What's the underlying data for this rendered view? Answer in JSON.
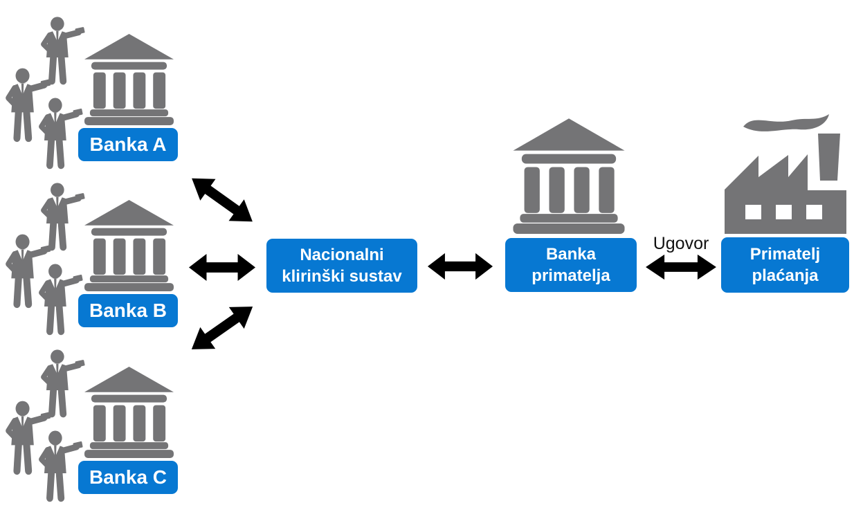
{
  "diagram": {
    "background_color": "#ffffff",
    "colors": {
      "box_blue": "#0778d2",
      "icon_gray": "#747476",
      "arrow_green": "#0cb968",
      "arrow_yellow": "#e2a812",
      "box_text": "#ffffff",
      "annotation_text": "#111111"
    },
    "member_banks": [
      {
        "label": "Banka A"
      },
      {
        "label": "Banka B"
      },
      {
        "label": "Banka C"
      }
    ],
    "clearing_system": {
      "label": "Nacionalni\nklirinški sustav"
    },
    "recipient_bank": {
      "label": "Banka\nprimatelja"
    },
    "payment_recipient": {
      "label": "Primatelj\nplaćanja"
    },
    "contract": {
      "label": "Ugovor"
    }
  }
}
